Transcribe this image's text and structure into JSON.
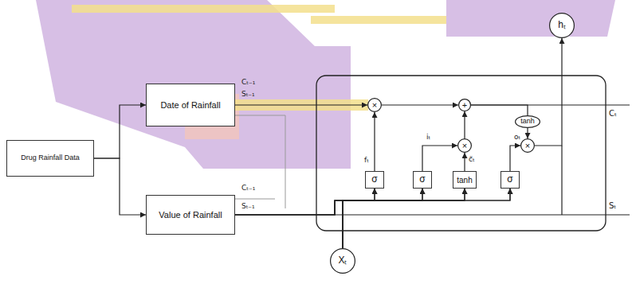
{
  "diagram": {
    "nodes": [
      {
        "text": [
          "Drug Rainfall Data"
        ]
      },
      {
        "text": [
          "Date of Rainfall"
        ]
      },
      {
        "text": [
          "Value of Rainfall"
        ]
      },
      {
        "text": [
          "×"
        ]
      },
      {
        "text": [
          "+"
        ]
      },
      {
        "text": [
          "tanh"
        ]
      },
      {
        "text": [
          "hₜ"
        ]
      },
      {
        "text": [
          "σ"
        ]
      },
      {
        "text": [
          "σ"
        ]
      },
      {
        "text": [
          "×"
        ]
      },
      {
        "text": [
          "tanh"
        ]
      },
      {
        "text": [
          "σ"
        ]
      },
      {
        "text": [
          "×"
        ]
      },
      {
        "text": [
          "Xₜ"
        ]
      }
    ],
    "edges": [
      {
        "from": 0,
        "to": 1,
        "arrow": "to"
      },
      {
        "from": 0,
        "to": 2,
        "arrow": "to"
      },
      {
        "from": 1,
        "to": 3,
        "arrow": "to"
      },
      {
        "from": 7,
        "to": 3,
        "arrow": "to"
      },
      {
        "from": 3,
        "to": 4,
        "arrow": "to"
      },
      {
        "from": 8,
        "to": 9,
        "arrow": "to"
      },
      {
        "from": 10,
        "to": 9,
        "arrow": "to"
      },
      {
        "from": 9,
        "to": 4,
        "arrow": "to"
      },
      {
        "from": 4,
        "to": 5,
        "arrow": "none"
      },
      {
        "from": 5,
        "to": 12,
        "arrow": "to"
      },
      {
        "from": 11,
        "to": 12,
        "arrow": "to"
      },
      {
        "from": 12,
        "to": 6,
        "arrow": "to"
      },
      {
        "from": 2,
        "to": 7,
        "arrow": "to"
      },
      {
        "from": 2,
        "to": 8,
        "arrow": "to"
      },
      {
        "from": 2,
        "to": 10,
        "arrow": "to"
      },
      {
        "from": 2,
        "to": 11,
        "arrow": "to"
      },
      {
        "from": 13,
        "to": 7,
        "arrow": "to"
      },
      {
        "from": 13,
        "to": 8,
        "arrow": "to"
      },
      {
        "from": 13,
        "to": 10,
        "arrow": "to"
      },
      {
        "from": 13,
        "to": 11,
        "arrow": "to"
      }
    ],
    "labels": [
      "Cₜ₋₁",
      "Sₜ₋₁",
      "Cₜ₋₁",
      "Sₜ₋₁",
      "fₜ",
      "iₜ",
      "c̃ₜ",
      "oₜ",
      "Cₜ",
      "Sₜ"
    ]
  }
}
